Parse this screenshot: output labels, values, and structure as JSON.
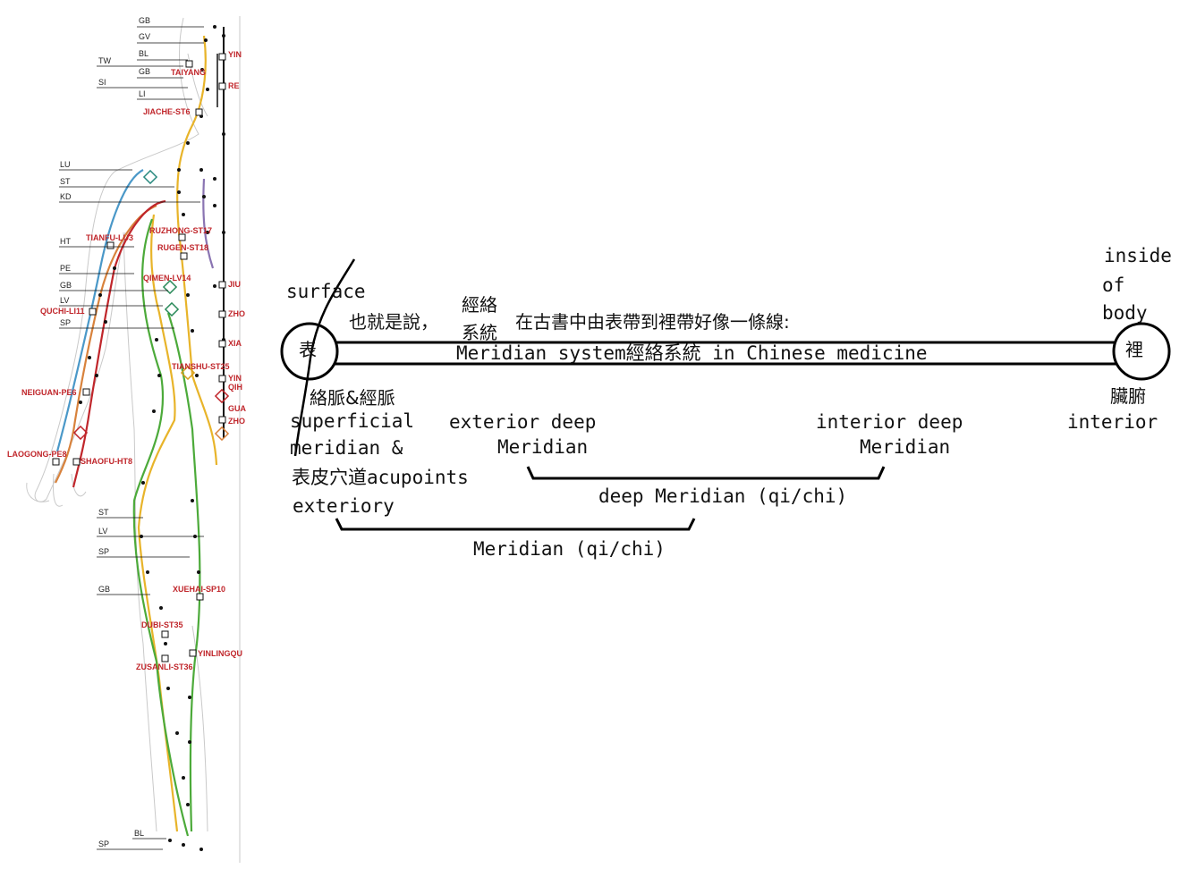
{
  "chart_figure": {
    "meridian_labels": [
      {
        "id": "gb1",
        "text": "GB"
      },
      {
        "id": "gv",
        "text": "GV"
      },
      {
        "id": "tw",
        "text": "TW"
      },
      {
        "id": "bl1",
        "text": "BL"
      },
      {
        "id": "gb2",
        "text": "GB"
      },
      {
        "id": "si",
        "text": "SI"
      },
      {
        "id": "li",
        "text": "LI"
      },
      {
        "id": "lu",
        "text": "LU"
      },
      {
        "id": "st1",
        "text": "ST"
      },
      {
        "id": "kd",
        "text": "KD"
      },
      {
        "id": "ht",
        "text": "HT"
      },
      {
        "id": "pe",
        "text": "PE"
      },
      {
        "id": "gb3",
        "text": "GB"
      },
      {
        "id": "lv1",
        "text": "LV"
      },
      {
        "id": "sp1",
        "text": "SP"
      },
      {
        "id": "st2",
        "text": "ST"
      },
      {
        "id": "lv2",
        "text": "LV"
      },
      {
        "id": "sp2",
        "text": "SP"
      },
      {
        "id": "gb4",
        "text": "GB"
      },
      {
        "id": "bl2",
        "text": "BL"
      },
      {
        "id": "sp3",
        "text": "SP"
      }
    ],
    "point_labels": [
      {
        "id": "yin",
        "text": "YIN"
      },
      {
        "id": "taiyang",
        "text": "TAIYANG"
      },
      {
        "id": "re",
        "text": "RE"
      },
      {
        "id": "jiache",
        "text": "JIACHE-ST6"
      },
      {
        "id": "tianfu",
        "text": "TIANFU-LU3"
      },
      {
        "id": "ruzhong",
        "text": "RUZHONG-ST17"
      },
      {
        "id": "rugen",
        "text": "RUGEN-ST18"
      },
      {
        "id": "qimen",
        "text": "QIMEN-LV14"
      },
      {
        "id": "jiu",
        "text": "JIU"
      },
      {
        "id": "quchi",
        "text": "QUCHI-LI11"
      },
      {
        "id": "zho1",
        "text": "ZHO"
      },
      {
        "id": "xia",
        "text": "XIA"
      },
      {
        "id": "tianshu",
        "text": "TIANSHU-ST25"
      },
      {
        "id": "yin2",
        "text": "YIN"
      },
      {
        "id": "qih",
        "text": "QIH"
      },
      {
        "id": "neiguan",
        "text": "NEIGUAN-PE6"
      },
      {
        "id": "gua",
        "text": "GUA"
      },
      {
        "id": "zho2",
        "text": "ZHO"
      },
      {
        "id": "laogong",
        "text": "LAOGONG-PE8"
      },
      {
        "id": "shaofu",
        "text": "SHAOFU-HT8"
      },
      {
        "id": "xuehai",
        "text": "XUEHAI-SP10"
      },
      {
        "id": "dubi",
        "text": "DUBI-ST35"
      },
      {
        "id": "yinlingqu",
        "text": "YINLINGQU"
      },
      {
        "id": "zusanli",
        "text": "ZUSANLI-ST36"
      }
    ]
  },
  "diagram": {
    "left_node": "表",
    "right_node": "裡",
    "surface_label": "surface",
    "inside_line1": "inside",
    "inside_line2": "of",
    "inside_line3": "body",
    "heading_cn": "也就是說，",
    "jingluo_top": "經絡",
    "jingluo_bottom": "系統",
    "heading_cn2": "在古書中由表帶到裡帶好像一條線:",
    "bar_text": "Meridian system經絡系統 in Chinese medicine",
    "left_cn": "絡脈&經脈",
    "right_cn": "臟腑",
    "superficial_line1": "superficial",
    "superficial_line2": "meridian &",
    "superficial_line3": "表皮穴道acupoints",
    "superficial_line4": "exteriory",
    "exterior_deep_line1": "exterior deep",
    "exterior_deep_line2": "Meridian",
    "interior_deep_line1": "interior  deep",
    "interior_deep_line2": "Meridian",
    "interior_label": "interior",
    "deep_brace_label": "deep  Meridian (qi/chi)",
    "meridian_brace_label": "Meridian (qi/chi)"
  }
}
